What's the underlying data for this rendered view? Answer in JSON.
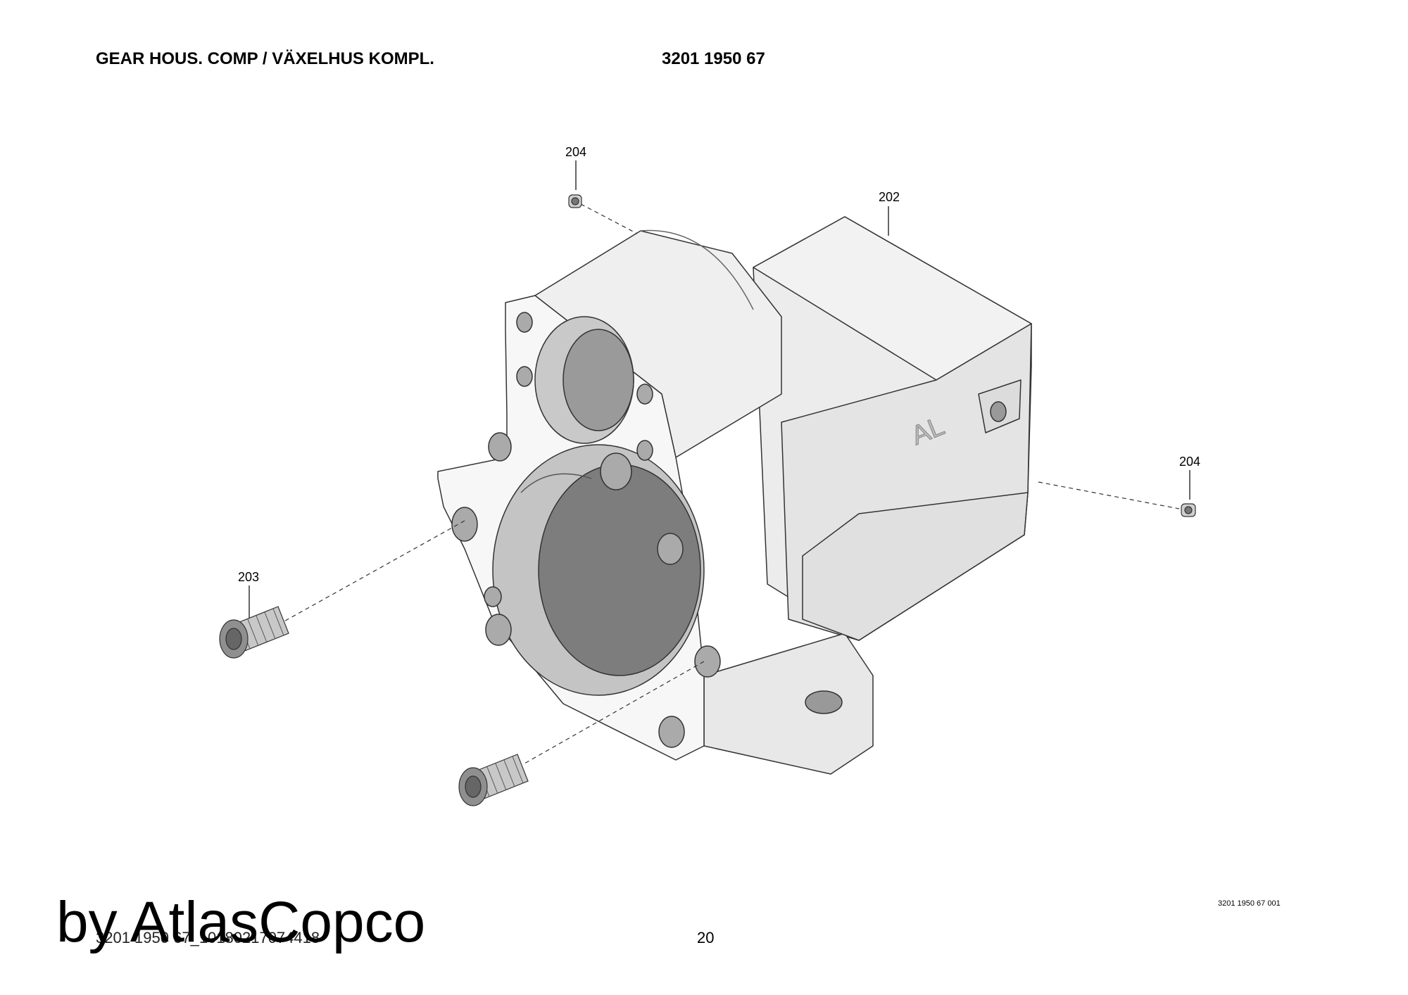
{
  "header": {
    "title": "GEAR HOUS. COMP / VÄXELHUS KOMPL.",
    "part_number": "3201 1950 67"
  },
  "callouts": {
    "c202": "202",
    "c203": "203",
    "c204_top": "204",
    "c204_right": "204"
  },
  "housing_marking": "AL",
  "drawing_code": "3201 1950 67 001",
  "footer": {
    "document_code": "3201 1950 67_10180217074418",
    "page_number": "20",
    "watermark": "by AtlasCopco"
  }
}
